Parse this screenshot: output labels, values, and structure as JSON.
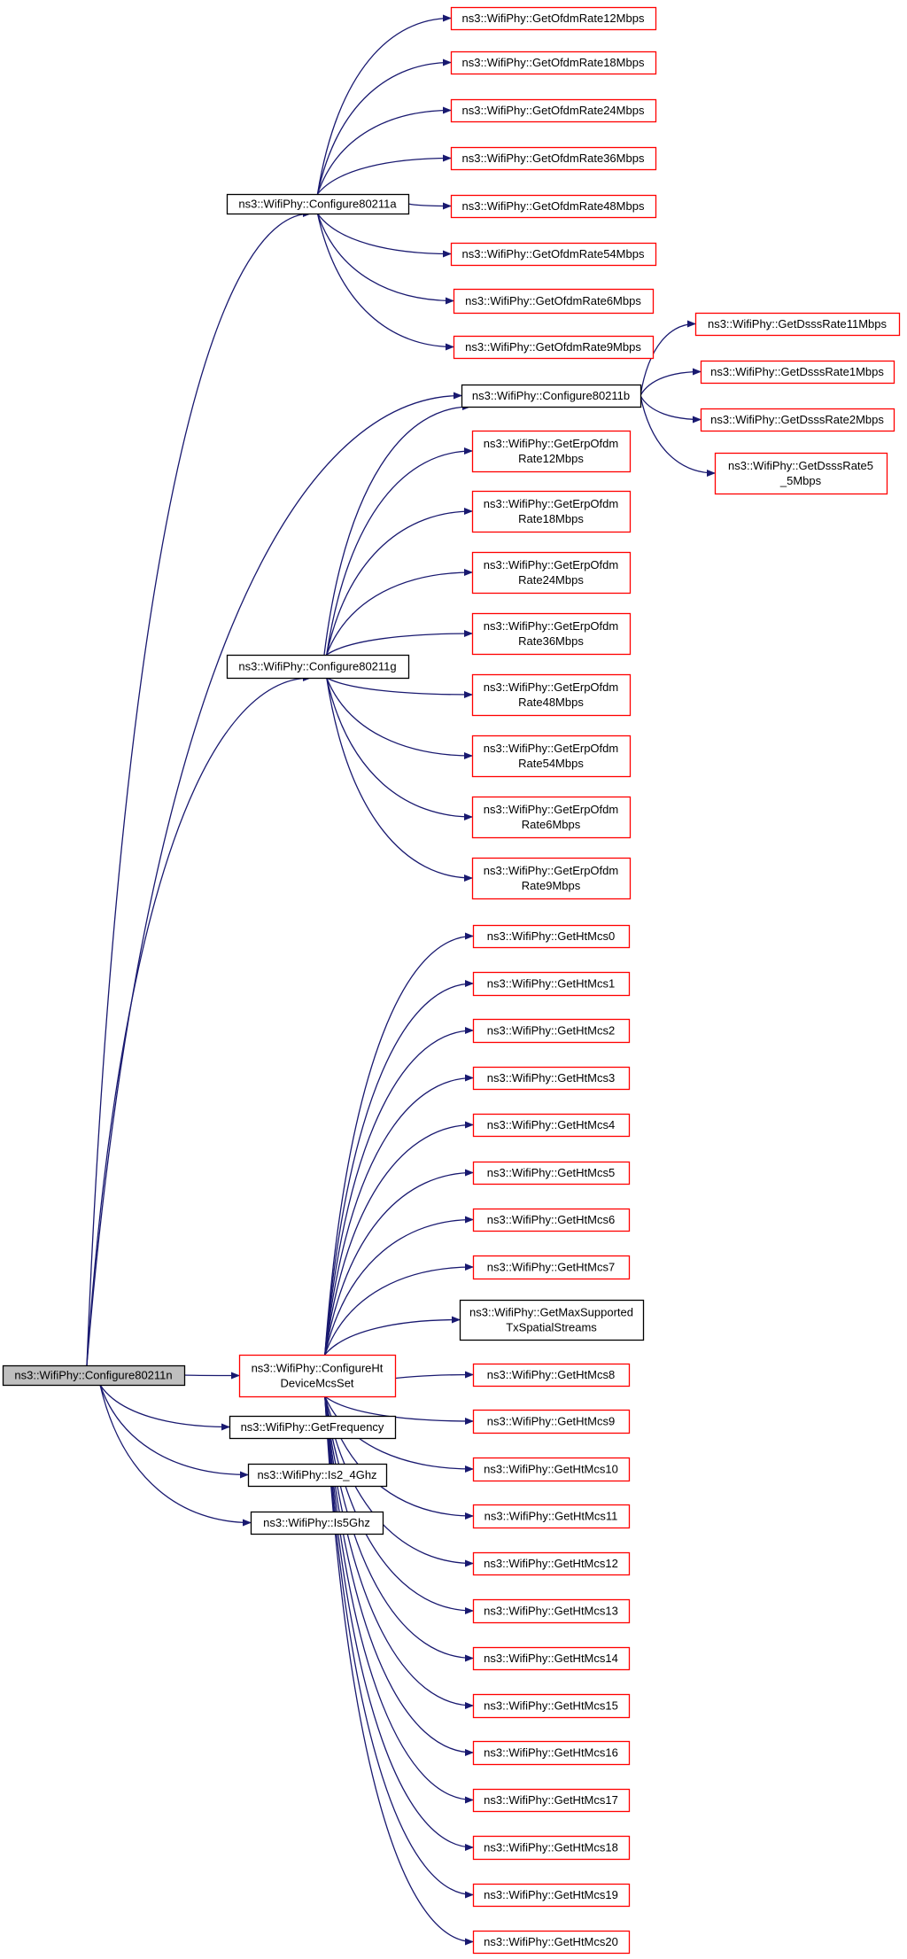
{
  "colors": {
    "edge": "#191970",
    "border_default": "#000000",
    "border_external": "#ff0000",
    "fill_root": "#bfbfbf",
    "fill_default": "#ffffff"
  },
  "nodes": [
    {
      "id": "root",
      "lines": [
        "ns3::WifiPhy::Configure80211n"
      ],
      "style": "root"
    },
    {
      "id": "c80211a",
      "lines": [
        "ns3::WifiPhy::Configure80211a"
      ],
      "style": "normal"
    },
    {
      "id": "ofdm12",
      "lines": [
        "ns3::WifiPhy::GetOfdmRate12Mbps"
      ],
      "style": "external"
    },
    {
      "id": "ofdm18",
      "lines": [
        "ns3::WifiPhy::GetOfdmRate18Mbps"
      ],
      "style": "external"
    },
    {
      "id": "ofdm24",
      "lines": [
        "ns3::WifiPhy::GetOfdmRate24Mbps"
      ],
      "style": "external"
    },
    {
      "id": "ofdm36",
      "lines": [
        "ns3::WifiPhy::GetOfdmRate36Mbps"
      ],
      "style": "external"
    },
    {
      "id": "ofdm48",
      "lines": [
        "ns3::WifiPhy::GetOfdmRate48Mbps"
      ],
      "style": "external"
    },
    {
      "id": "ofdm54",
      "lines": [
        "ns3::WifiPhy::GetOfdmRate54Mbps"
      ],
      "style": "external"
    },
    {
      "id": "ofdm6",
      "lines": [
        "ns3::WifiPhy::GetOfdmRate6Mbps"
      ],
      "style": "external"
    },
    {
      "id": "ofdm9",
      "lines": [
        "ns3::WifiPhy::GetOfdmRate9Mbps"
      ],
      "style": "external"
    },
    {
      "id": "c80211b",
      "lines": [
        "ns3::WifiPhy::Configure80211b"
      ],
      "style": "normal"
    },
    {
      "id": "dsss11",
      "lines": [
        "ns3::WifiPhy::GetDsssRate11Mbps"
      ],
      "style": "external"
    },
    {
      "id": "dsss1",
      "lines": [
        "ns3::WifiPhy::GetDsssRate1Mbps"
      ],
      "style": "external"
    },
    {
      "id": "dsss2",
      "lines": [
        "ns3::WifiPhy::GetDsssRate2Mbps"
      ],
      "style": "external"
    },
    {
      "id": "dsss55",
      "lines": [
        "ns3::WifiPhy::GetDsssRate5",
        "_5Mbps"
      ],
      "style": "external"
    },
    {
      "id": "erp12",
      "lines": [
        "ns3::WifiPhy::GetErpOfdm",
        "Rate12Mbps"
      ],
      "style": "external"
    },
    {
      "id": "erp18",
      "lines": [
        "ns3::WifiPhy::GetErpOfdm",
        "Rate18Mbps"
      ],
      "style": "external"
    },
    {
      "id": "erp24",
      "lines": [
        "ns3::WifiPhy::GetErpOfdm",
        "Rate24Mbps"
      ],
      "style": "external"
    },
    {
      "id": "erp36",
      "lines": [
        "ns3::WifiPhy::GetErpOfdm",
        "Rate36Mbps"
      ],
      "style": "external"
    },
    {
      "id": "erp48",
      "lines": [
        "ns3::WifiPhy::GetErpOfdm",
        "Rate48Mbps"
      ],
      "style": "external"
    },
    {
      "id": "erp54",
      "lines": [
        "ns3::WifiPhy::GetErpOfdm",
        "Rate54Mbps"
      ],
      "style": "external"
    },
    {
      "id": "erp6",
      "lines": [
        "ns3::WifiPhy::GetErpOfdm",
        "Rate6Mbps"
      ],
      "style": "external"
    },
    {
      "id": "erp9",
      "lines": [
        "ns3::WifiPhy::GetErpOfdm",
        "Rate9Mbps"
      ],
      "style": "external"
    },
    {
      "id": "c80211g",
      "lines": [
        "ns3::WifiPhy::Configure80211g"
      ],
      "style": "normal"
    },
    {
      "id": "htmcsset",
      "lines": [
        "ns3::WifiPhy::ConfigureHt",
        "DeviceMcsSet"
      ],
      "style": "external"
    },
    {
      "id": "ht0",
      "lines": [
        "ns3::WifiPhy::GetHtMcs0"
      ],
      "style": "external"
    },
    {
      "id": "ht1",
      "lines": [
        "ns3::WifiPhy::GetHtMcs1"
      ],
      "style": "external"
    },
    {
      "id": "ht2",
      "lines": [
        "ns3::WifiPhy::GetHtMcs2"
      ],
      "style": "external"
    },
    {
      "id": "ht3",
      "lines": [
        "ns3::WifiPhy::GetHtMcs3"
      ],
      "style": "external"
    },
    {
      "id": "ht4",
      "lines": [
        "ns3::WifiPhy::GetHtMcs4"
      ],
      "style": "external"
    },
    {
      "id": "ht5",
      "lines": [
        "ns3::WifiPhy::GetHtMcs5"
      ],
      "style": "external"
    },
    {
      "id": "ht6",
      "lines": [
        "ns3::WifiPhy::GetHtMcs6"
      ],
      "style": "external"
    },
    {
      "id": "ht7",
      "lines": [
        "ns3::WifiPhy::GetHtMcs7"
      ],
      "style": "external"
    },
    {
      "id": "maxstreams",
      "lines": [
        "ns3::WifiPhy::GetMaxSupported",
        "TxSpatialStreams"
      ],
      "style": "normal"
    },
    {
      "id": "ht8",
      "lines": [
        "ns3::WifiPhy::GetHtMcs8"
      ],
      "style": "external"
    },
    {
      "id": "ht9",
      "lines": [
        "ns3::WifiPhy::GetHtMcs9"
      ],
      "style": "external"
    },
    {
      "id": "ht10",
      "lines": [
        "ns3::WifiPhy::GetHtMcs10"
      ],
      "style": "external"
    },
    {
      "id": "ht11",
      "lines": [
        "ns3::WifiPhy::GetHtMcs11"
      ],
      "style": "external"
    },
    {
      "id": "ht12",
      "lines": [
        "ns3::WifiPhy::GetHtMcs12"
      ],
      "style": "external"
    },
    {
      "id": "ht13",
      "lines": [
        "ns3::WifiPhy::GetHtMcs13"
      ],
      "style": "external"
    },
    {
      "id": "ht14",
      "lines": [
        "ns3::WifiPhy::GetHtMcs14"
      ],
      "style": "external"
    },
    {
      "id": "ht15",
      "lines": [
        "ns3::WifiPhy::GetHtMcs15"
      ],
      "style": "external"
    },
    {
      "id": "ht16",
      "lines": [
        "ns3::WifiPhy::GetHtMcs16"
      ],
      "style": "external"
    },
    {
      "id": "ht17",
      "lines": [
        "ns3::WifiPhy::GetHtMcs17"
      ],
      "style": "external"
    },
    {
      "id": "ht18",
      "lines": [
        "ns3::WifiPhy::GetHtMcs18"
      ],
      "style": "external"
    },
    {
      "id": "ht19",
      "lines": [
        "ns3::WifiPhy::GetHtMcs19"
      ],
      "style": "external"
    },
    {
      "id": "ht20",
      "lines": [
        "ns3::WifiPhy::GetHtMcs20"
      ],
      "style": "external"
    },
    {
      "id": "freq",
      "lines": [
        "ns3::WifiPhy::GetFrequency"
      ],
      "style": "normal"
    },
    {
      "id": "is24",
      "lines": [
        "ns3::WifiPhy::Is2_4Ghz"
      ],
      "style": "normal"
    },
    {
      "id": "is5",
      "lines": [
        "ns3::WifiPhy::Is5Ghz"
      ],
      "style": "normal"
    }
  ],
  "edges": [
    [
      "root",
      "c80211a"
    ],
    [
      "root",
      "c80211b"
    ],
    [
      "root",
      "c80211g"
    ],
    [
      "root",
      "htmcsset"
    ],
    [
      "root",
      "freq"
    ],
    [
      "root",
      "is24"
    ],
    [
      "root",
      "is5"
    ],
    [
      "c80211a",
      "ofdm12"
    ],
    [
      "c80211a",
      "ofdm18"
    ],
    [
      "c80211a",
      "ofdm24"
    ],
    [
      "c80211a",
      "ofdm36"
    ],
    [
      "c80211a",
      "ofdm48"
    ],
    [
      "c80211a",
      "ofdm54"
    ],
    [
      "c80211a",
      "ofdm6"
    ],
    [
      "c80211a",
      "ofdm9"
    ],
    [
      "c80211b",
      "dsss11"
    ],
    [
      "c80211b",
      "dsss1"
    ],
    [
      "c80211b",
      "dsss2"
    ],
    [
      "c80211b",
      "dsss55"
    ],
    [
      "c80211g",
      "c80211b"
    ],
    [
      "c80211g",
      "erp12"
    ],
    [
      "c80211g",
      "erp18"
    ],
    [
      "c80211g",
      "erp24"
    ],
    [
      "c80211g",
      "erp36"
    ],
    [
      "c80211g",
      "erp48"
    ],
    [
      "c80211g",
      "erp54"
    ],
    [
      "c80211g",
      "erp6"
    ],
    [
      "c80211g",
      "erp9"
    ],
    [
      "htmcsset",
      "ht0"
    ],
    [
      "htmcsset",
      "ht1"
    ],
    [
      "htmcsset",
      "ht2"
    ],
    [
      "htmcsset",
      "ht3"
    ],
    [
      "htmcsset",
      "ht4"
    ],
    [
      "htmcsset",
      "ht5"
    ],
    [
      "htmcsset",
      "ht6"
    ],
    [
      "htmcsset",
      "ht7"
    ],
    [
      "htmcsset",
      "maxstreams"
    ],
    [
      "htmcsset",
      "ht8"
    ],
    [
      "htmcsset",
      "ht9"
    ],
    [
      "htmcsset",
      "ht10"
    ],
    [
      "htmcsset",
      "ht11"
    ],
    [
      "htmcsset",
      "ht12"
    ],
    [
      "htmcsset",
      "ht13"
    ],
    [
      "htmcsset",
      "ht14"
    ],
    [
      "htmcsset",
      "ht15"
    ],
    [
      "htmcsset",
      "ht16"
    ],
    [
      "htmcsset",
      "ht17"
    ],
    [
      "htmcsset",
      "ht18"
    ],
    [
      "htmcsset",
      "ht19"
    ],
    [
      "htmcsset",
      "ht20"
    ]
  ]
}
